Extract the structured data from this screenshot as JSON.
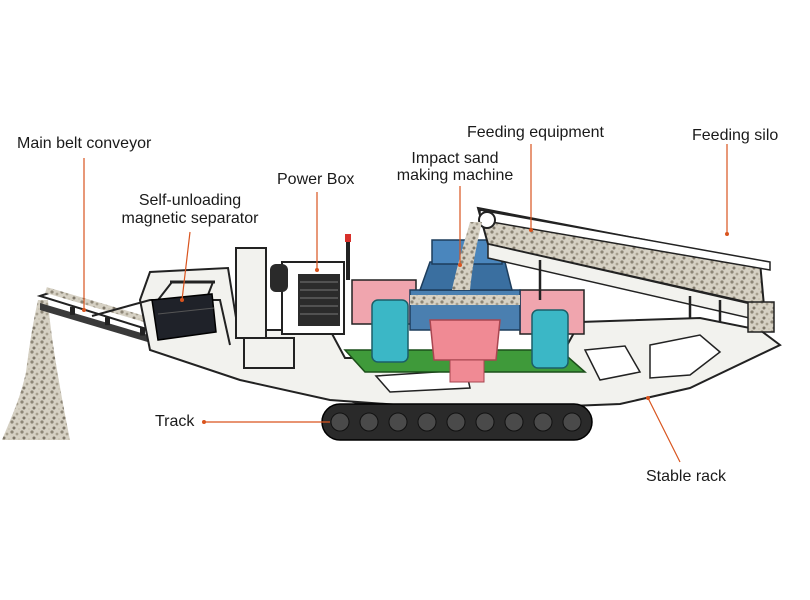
{
  "labels": {
    "main_belt_conveyor": "Main belt conveyor",
    "self_unloading_line1": "Self-unloading",
    "self_unloading_line2": "magnetic separator",
    "power_box": "Power Box",
    "impact_line1": "Impact sand",
    "impact_line2": "making machine",
    "feeding_equipment": "Feeding equipment",
    "feeding_silo": "Feeding silo",
    "track": "Track",
    "stable_rack": "Stable rack"
  },
  "colors": {
    "leader": "#d9541e",
    "frame": "#f2f2ee",
    "outline": "#222222",
    "teal": "#3bb7c6",
    "pink": "#f08a94",
    "green": "#3f9a3a",
    "blue": "#4a7fb0",
    "dark": "#2a2a2a",
    "gravel": "#b9b3a5"
  }
}
